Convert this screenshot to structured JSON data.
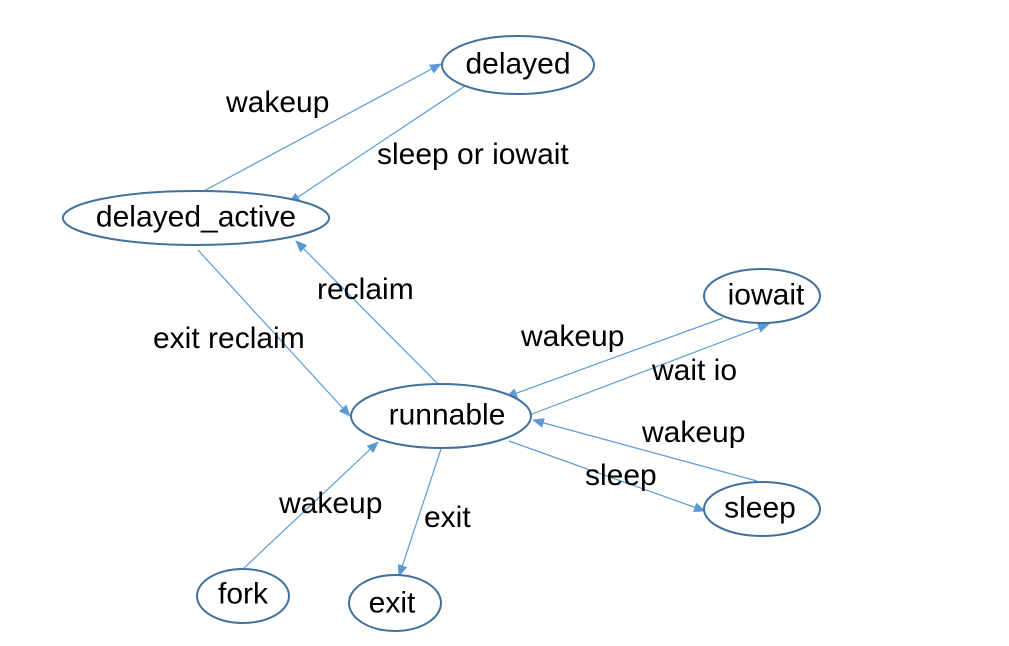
{
  "colors": {
    "node_border": "#41719c",
    "edge": "#5b9bd5",
    "text": "#000000",
    "background": "#ffffff"
  },
  "nodes": {
    "delayed": {
      "label": "delayed"
    },
    "delayed_active": {
      "label": "delayed_active"
    },
    "runnable": {
      "label": "runnable"
    },
    "iowait": {
      "label": "iowait"
    },
    "sleep": {
      "label": "sleep"
    },
    "fork": {
      "label": "fork"
    },
    "exit": {
      "label": "exit"
    }
  },
  "edges": [
    {
      "from": "delayed_active",
      "to": "delayed",
      "label": "wakeup"
    },
    {
      "from": "delayed",
      "to": "delayed_active",
      "label": "sleep or iowait"
    },
    {
      "from": "runnable",
      "to": "delayed_active",
      "label": "reclaim"
    },
    {
      "from": "delayed_active",
      "to": "runnable",
      "label": "exit reclaim"
    },
    {
      "from": "iowait",
      "to": "runnable",
      "label": "wakeup"
    },
    {
      "from": "runnable",
      "to": "iowait",
      "label": "wait io"
    },
    {
      "from": "sleep",
      "to": "runnable",
      "label": "wakeup"
    },
    {
      "from": "runnable",
      "to": "sleep",
      "label": "sleep"
    },
    {
      "from": "fork",
      "to": "runnable",
      "label": "wakeup"
    },
    {
      "from": "runnable",
      "to": "exit",
      "label": "exit"
    }
  ]
}
